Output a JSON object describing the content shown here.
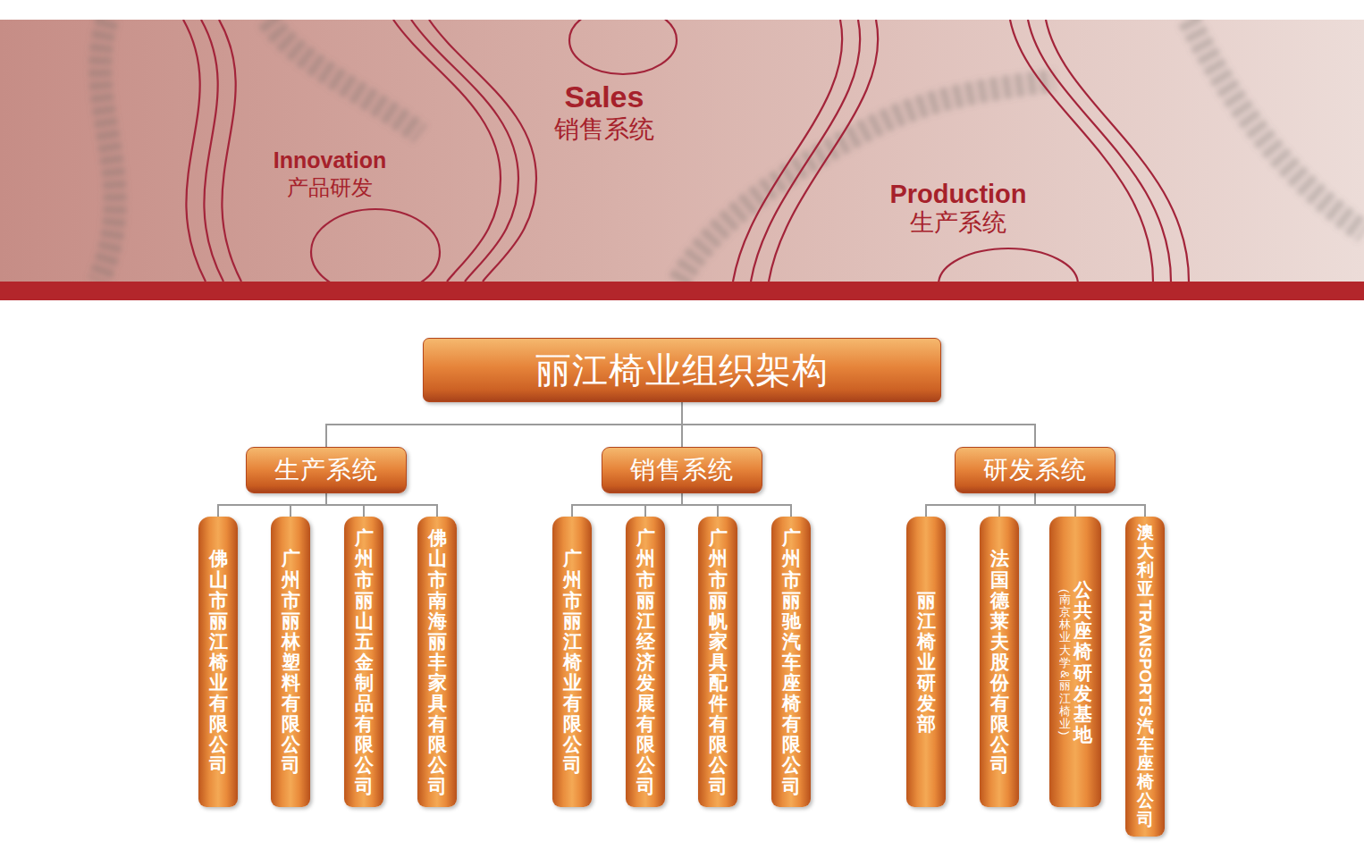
{
  "diagram": {
    "nodes": [
      {
        "text": [
          "丽江椅业组织架构"
        ]
      },
      {
        "text": [
          "生产系统"
        ]
      },
      {
        "text": [
          "销售系统"
        ]
      },
      {
        "text": [
          "研发系统"
        ]
      },
      {
        "text": [
          "佛山市丽江椅业有限公司"
        ]
      },
      {
        "text": [
          "广州市丽林塑料有限公司"
        ]
      },
      {
        "text": [
          "广州市丽山五金制品有限公司"
        ]
      },
      {
        "text": [
          "佛山市南海丽丰家具有限公司"
        ]
      },
      {
        "text": [
          "广州市丽江椅业有限公司"
        ]
      },
      {
        "text": [
          "广州市丽江经济发展有限公司"
        ]
      },
      {
        "text": [
          "广州市丽帆家具配件有限公司"
        ]
      },
      {
        "text": [
          "广州市丽驰汽车座椅有限公司"
        ]
      },
      {
        "text": [
          "丽江椅业研发部"
        ]
      },
      {
        "text": [
          "法国德莱夫股份有限公司"
        ]
      },
      {
        "text": [
          "(南京林业大学&丽江椅业)",
          "公共座椅研发基地"
        ]
      },
      {
        "text": [
          "澳大利亚TRANSPORTS汽车座椅公司"
        ]
      }
    ],
    "edges": [
      {
        "from": 0,
        "to": 1,
        "arrow": "none"
      },
      {
        "from": 0,
        "to": 2,
        "arrow": "none"
      },
      {
        "from": 0,
        "to": 3,
        "arrow": "none"
      },
      {
        "from": 1,
        "to": 4,
        "arrow": "none"
      },
      {
        "from": 1,
        "to": 5,
        "arrow": "none"
      },
      {
        "from": 1,
        "to": 6,
        "arrow": "none"
      },
      {
        "from": 1,
        "to": 7,
        "arrow": "none"
      },
      {
        "from": 2,
        "to": 8,
        "arrow": "none"
      },
      {
        "from": 2,
        "to": 9,
        "arrow": "none"
      },
      {
        "from": 2,
        "to": 10,
        "arrow": "none"
      },
      {
        "from": 2,
        "to": 11,
        "arrow": "none"
      },
      {
        "from": 3,
        "to": 12,
        "arrow": "none"
      },
      {
        "from": 3,
        "to": 13,
        "arrow": "none"
      },
      {
        "from": 3,
        "to": 14,
        "arrow": "none"
      },
      {
        "from": 3,
        "to": 15,
        "arrow": "none"
      }
    ],
    "labels": [
      "Sales",
      "销售系统",
      "Innovation",
      "产品研发",
      "Production",
      "生产系统"
    ]
  }
}
